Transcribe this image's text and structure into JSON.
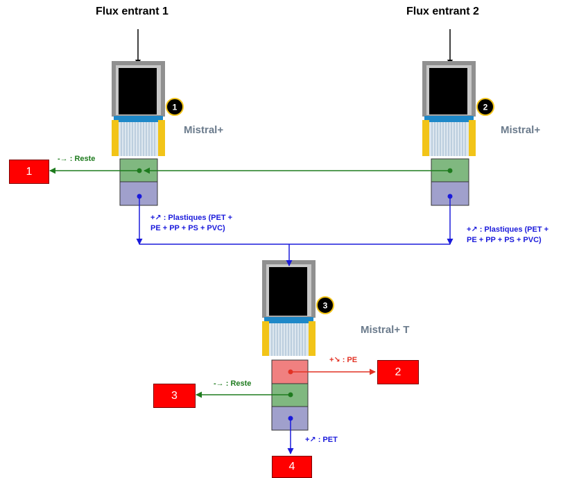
{
  "titles": {
    "flux1": "Flux entrant 1",
    "flux2": "Flux entrant 2"
  },
  "machines": [
    {
      "badge": "1",
      "name": "Mistral+"
    },
    {
      "badge": "2",
      "name": "Mistral+"
    },
    {
      "badge": "3",
      "name": "Mistral+ T"
    }
  ],
  "labels": {
    "reste_top": "-→ : Reste",
    "plastiques_left": [
      "+↗ : Plastiques (PET +",
      "PE + PP + PS + PVC)"
    ],
    "plastiques_right": [
      "+↗ : Plastiques (PET +",
      "PE + PP + PS + PVC)"
    ],
    "pe": "+↘ : PE",
    "reste_bottom": "-→ : Reste",
    "pet": "+↗ : PET"
  },
  "outputs": [
    "1",
    "2",
    "3",
    "4"
  ],
  "colors": {
    "green": "#1e7b1e",
    "blue": "#1a1adb",
    "red": "#e23224",
    "green_box": "#80b880",
    "purple_box": "#a0a0cc",
    "pink_box": "#f08080",
    "output_box": "#ff0000",
    "belt_blue": "#1e88c8",
    "yellow": "#f2c418"
  }
}
